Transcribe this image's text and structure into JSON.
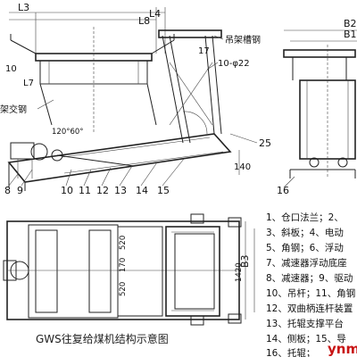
{
  "dimensions_top": {
    "l3": "L3",
    "l8": "L8",
    "l4": "L4"
  },
  "dimensions_right": {
    "b2": "B2",
    "b1": "B1"
  },
  "labels_top": {
    "hanger_beam": "吊架槽钢",
    "item_17": "17",
    "bolt": "10-φ22",
    "l7": "L7",
    "frame_cross": "架交钢",
    "ten": "10",
    "angle": "120°60°",
    "dim_140": "140",
    "item_25": "25",
    "item_16": "16"
  },
  "callouts_main": [
    "8",
    "9",
    "10",
    "11",
    "12",
    "13",
    "14",
    "15"
  ],
  "dims_bottom": {
    "b3": "B3",
    "d1420": "1420",
    "d520": "520",
    "d170": "170",
    "d520b": "520"
  },
  "legend": [
    "1、仓口法兰；2、",
    "3、斜板；4、电动",
    "5、角钢；6、浮动",
    "7、减速器浮动底座",
    "8、减速器；9、驱动",
    "10、吊杆；11、角钢",
    "12、双曲柄连杆装置",
    "13、托辊支撑平台",
    "14、侧板；15、导",
    "16、托辊；"
  ],
  "caption": "GWS往复给煤机结构示意图",
  "watermark": "ynm"
}
